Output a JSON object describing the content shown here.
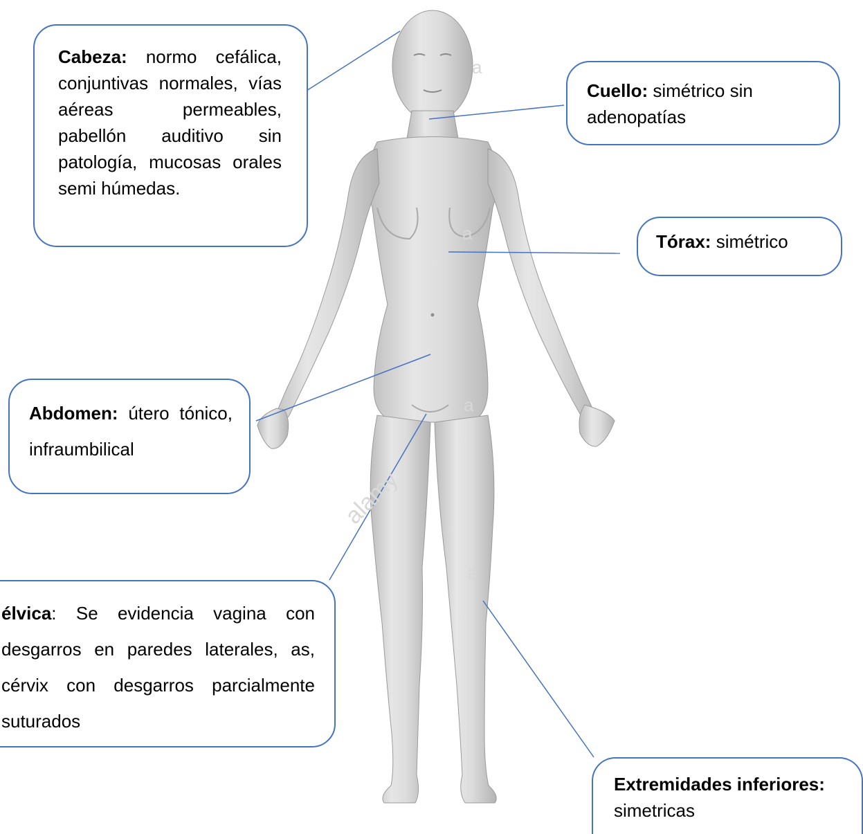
{
  "colors": {
    "callout_border": "#4472c4",
    "leader_line": "#4472c4",
    "figure_fill": "#d9d9d9",
    "figure_shadow": "#a6a6a6"
  },
  "figure": {
    "watermark": "alamy",
    "watermark_letter": "a"
  },
  "callouts": {
    "cabeza": {
      "heading": "Cabeza:",
      "text": "normo cefálica, conjuntivas normales, vías aéreas permeables, pabellón auditivo sin patología, mucosas orales semi húmedas."
    },
    "cuello": {
      "heading": "Cuello:",
      "text": "simétrico sin adenopatías"
    },
    "torax": {
      "heading": "Tórax:",
      "text": "simétrico"
    },
    "abdomen": {
      "heading": "Abdomen:",
      "text": "útero tónico, infraumbilical"
    },
    "pelvica": {
      "heading": "élvica",
      "separator": ":",
      "text": "Se evidencia vagina con desgarros en paredes laterales, as, cérvix con desgarros parcialmente suturados"
    },
    "extremidades": {
      "heading": "Extremidades inferiores:",
      "text": "simetricas"
    }
  }
}
